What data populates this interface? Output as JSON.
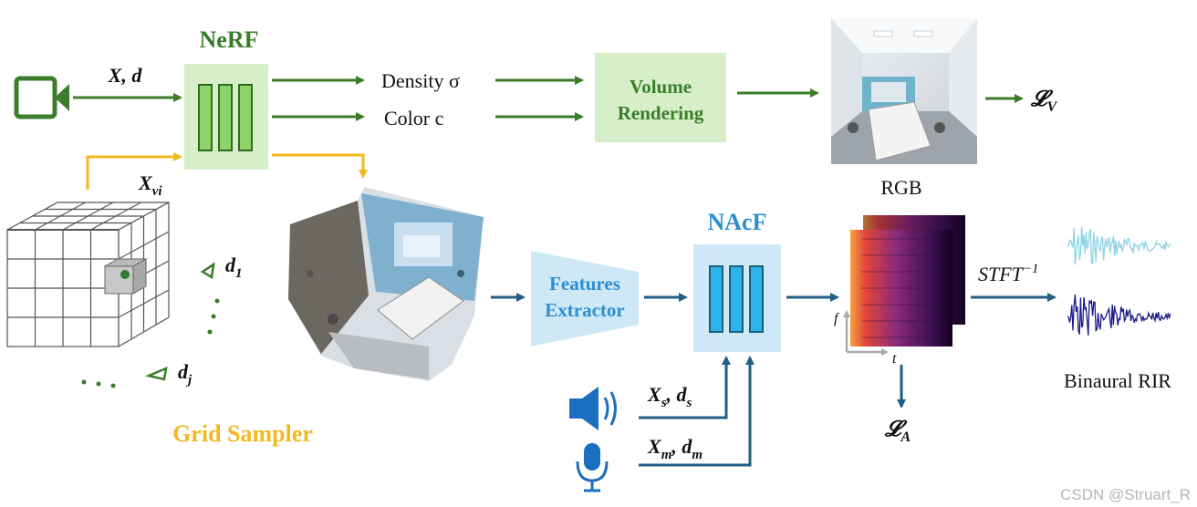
{
  "nerf": {
    "title": "NeRF",
    "input_label": "X, d",
    "density_label": "Density σ",
    "color_label": "Color c",
    "volume_rendering": [
      "Volume",
      "Rendering"
    ],
    "rgb_label": "RGB",
    "loss_v": "𝓛",
    "loss_v_sub": "V"
  },
  "grid": {
    "title": "Grid Sampler",
    "xvi_label": "X",
    "xvi_sub": "vi",
    "d1_label": "d",
    "d1_sub": "1",
    "dj_label": "d",
    "dj_sub": "j"
  },
  "nacf": {
    "title": "NAcF",
    "features_extractor": [
      "Features",
      "Extractor"
    ],
    "source_label": "X",
    "source_sub": "s",
    "source_d": "d",
    "source_d_sub": "s",
    "mic_label": "X",
    "mic_sub": "m",
    "mic_d": "d",
    "mic_d_sub": "m",
    "spec_f": "f",
    "spec_t": "t",
    "loss_a": "𝓛",
    "loss_a_sub": "A",
    "stft_label": "STFT",
    "stft_sup": "−1",
    "binaural_label": "Binaural RIR"
  },
  "watermark": "CSDN @Struart_R",
  "colors": {
    "green": "#3a7d2a",
    "green_fill": "#d6efc8",
    "green_bars": "#8ed36a",
    "yellow": "#f2b81f",
    "blue": "#1f5f84",
    "nacf_blue": "#2a8fd0",
    "blue_fill": "#cfe8f6",
    "cyan_bars": "#2db3e8",
    "wave_light": "#8fd3e6",
    "wave_dark": "#1a1a8c"
  }
}
